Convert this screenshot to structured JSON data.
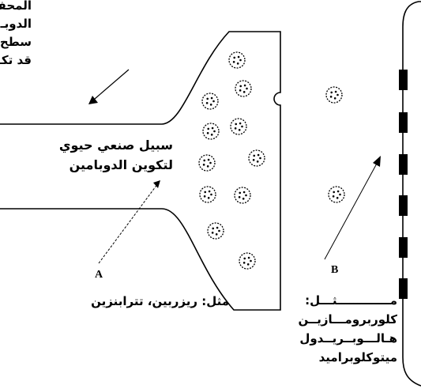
{
  "top_label_lines": [
    "المحفز",
    "الدوبـ",
    "سطح",
    "قد تكـ"
  ],
  "pathway_label": [
    "سبيل صنعي حيوي",
    "لتكوين الدوبامين"
  ],
  "marker_a": "A",
  "marker_b": "B",
  "example_a": "مثل:  ريزربين، تترابنزين",
  "example_b_heading": "مـــــــــــــثـــل:",
  "example_b_drugs": [
    "كلوربرومـــازيــن",
    "هـالـــوبــريــدول",
    "ميتوكلوبراميد"
  ]
}
